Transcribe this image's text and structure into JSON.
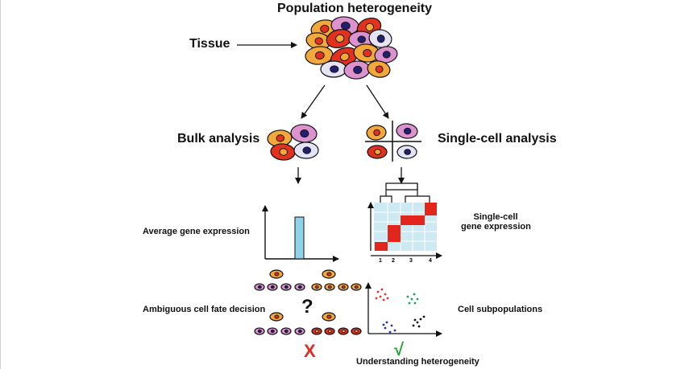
{
  "diagram": {
    "title": "Population heterogeneity",
    "tissue_label": "Tissue",
    "bulk_label": "Bulk analysis",
    "single_label": "Single-cell analysis",
    "average_label": "Average gene expression",
    "single_expr_label_line1": "Single-cell",
    "single_expr_label_line2": "gene expression",
    "ambiguous_label": "Ambiguous cell fate decision",
    "subpop_label": "Cell subpopulations",
    "understanding_label": "Understanding heterogeneity",
    "question_mark": "?",
    "cross_mark": "X",
    "check_mark": "√",
    "heatmap_col_labels": [
      "1",
      "2",
      "3",
      "4"
    ]
  },
  "colors": {
    "orange_cell": "#f2a83a",
    "red_cell": "#e0321e",
    "pink_cell": "#dc92cf",
    "lavender_cell": "#e4e4f4",
    "navy_nucleus": "#22206e",
    "heatmap_bg": "#cdeaf2",
    "heatmap_red": "#e3261b",
    "bar_fill": "#8fd2ea",
    "cross": "#e02b25",
    "check": "#27a53a",
    "scatter_red": "#e03526",
    "scatter_green": "#1f9f58",
    "scatter_blue": "#2b33a8",
    "scatter_black": "#111111"
  }
}
